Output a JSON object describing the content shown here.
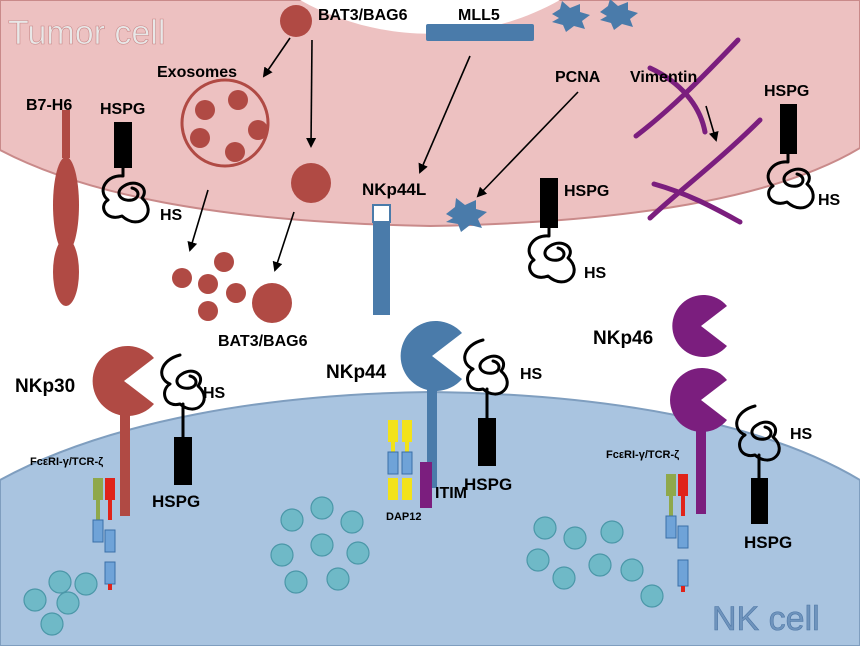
{
  "colors": {
    "tumor_fill": "#EDC1C1",
    "tumor_stroke": "#C98A8A",
    "tumor_title": "#E8E8E8",
    "nk_fill": "#A9C4E0",
    "nk_stroke": "#7F9EBF",
    "nk_title": "#6F94BD",
    "brick": "#B04A44",
    "steel_blue": "#4A7BAA",
    "purple": "#7B1E7E",
    "vesicle": "#6FB9C7",
    "yellow": "#F2E21A",
    "green": "#8FA84B",
    "red": "#E0231A"
  },
  "labels": {
    "tumor_cell": "Tumor cell",
    "nk_cell": "NK cell",
    "b7h6": "B7-H6",
    "hspg_tumor_1": "HSPG",
    "hs_tumor_1": "HS",
    "exosomes": "Exosomes",
    "bat3_top": "BAT3/BAG6",
    "bat3_bottom": "BAT3/BAG6",
    "mll5": "MLL5",
    "pcna": "PCNA",
    "vimentin": "Vimentin",
    "nkp44l": "NKp44L",
    "hspg_tumor_2": "HSPG",
    "hs_tumor_2": "HS",
    "hspg_tumor_3": "HSPG",
    "hs_tumor_3": "HS",
    "nkp30": "NKp30",
    "hs_nk_1": "HS",
    "hspg_nk_1": "HSPG",
    "fce_1": "FcεRI-γ/TCR-ζ",
    "nkp44": "NKp44",
    "hs_nk_2": "HS",
    "hspg_nk_2": "HSPG",
    "dap12": "DAP12",
    "itim": "ITIM",
    "nkp46": "NKp46",
    "hs_nk_3": "HS",
    "hspg_nk_3": "HSPG",
    "fce_2": "FcεRI-γ/TCR-ζ"
  }
}
